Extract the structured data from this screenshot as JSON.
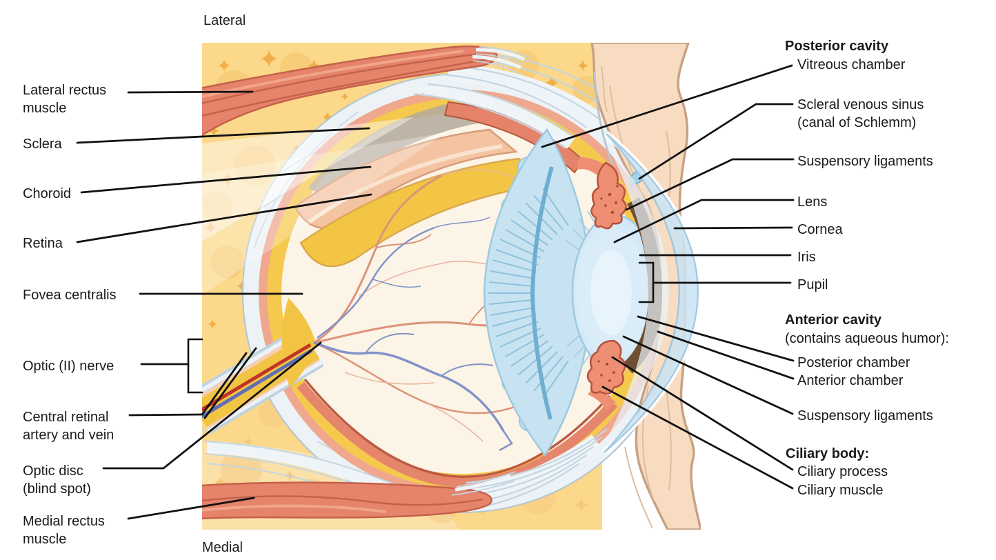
{
  "orientation": {
    "top": "Lateral",
    "bottom": "Medial"
  },
  "labels": {
    "lateral_direction": "Lateral",
    "medial_direction": "Medial",
    "lateral_rectus": "Lateral rectus\nmuscle",
    "sclera": "Sclera",
    "choroid": "Choroid",
    "retina": "Retina",
    "fovea_centralis": "Fovea centralis",
    "optic_nerve": "Optic (II) nerve",
    "central_retinal": "Central retinal\nartery and vein",
    "optic_disc": "Optic disc\n(blind spot)",
    "medial_rectus": "Medial rectus\nmuscle",
    "posterior_cavity": "Posterior cavity",
    "vitreous_chamber": "Vitreous chamber",
    "scleral_venous_sinus": "Scleral venous sinus\n(canal of Schlemm)",
    "suspensory_ligaments_top": "Suspensory ligaments",
    "lens": "Lens",
    "cornea": "Cornea",
    "iris": "Iris",
    "pupil": "Pupil",
    "anterior_cavity": "Anterior cavity",
    "anterior_cavity_note": "(contains aqueous humor):",
    "posterior_chamber": "Posterior chamber",
    "anterior_chamber": "Anterior chamber",
    "suspensory_ligaments_bottom": "Suspensory ligaments",
    "ciliary_body": "Ciliary body:",
    "ciliary_process": "Ciliary process",
    "ciliary_muscle": "Ciliary muscle"
  },
  "colors": {
    "background": "#ffffff",
    "text": "#1a1a1a",
    "leader_line": "#111111",
    "fat": "#fbd88a",
    "fat_lower": "#fbe1a8",
    "fat_sparkle": "#f2ae49",
    "fat_sparkle_lower": "#f5c97e",
    "muscle": "#e5836b",
    "muscle_edge": "#c4614a",
    "sclera": "#edf2f6",
    "choroid": "#efa78e",
    "retina_layer": "#f5c84e",
    "vitreous": "#fbf4e7",
    "ciliary_fan": "#c7e3f2",
    "ciliary_salmon": "#ee8f74",
    "lens_fill": "#d9ecf8",
    "iris_brown": "#6f4e34",
    "cornea_blue": "#cbe4f4",
    "skin": "#f8dcc2",
    "skin_edge": "#c9a183",
    "artery_red": "#c23327",
    "vein_blue": "#5e6fb8",
    "vessel_salmon": "#dc9379",
    "vessel_blue": "#8193c8"
  }
}
